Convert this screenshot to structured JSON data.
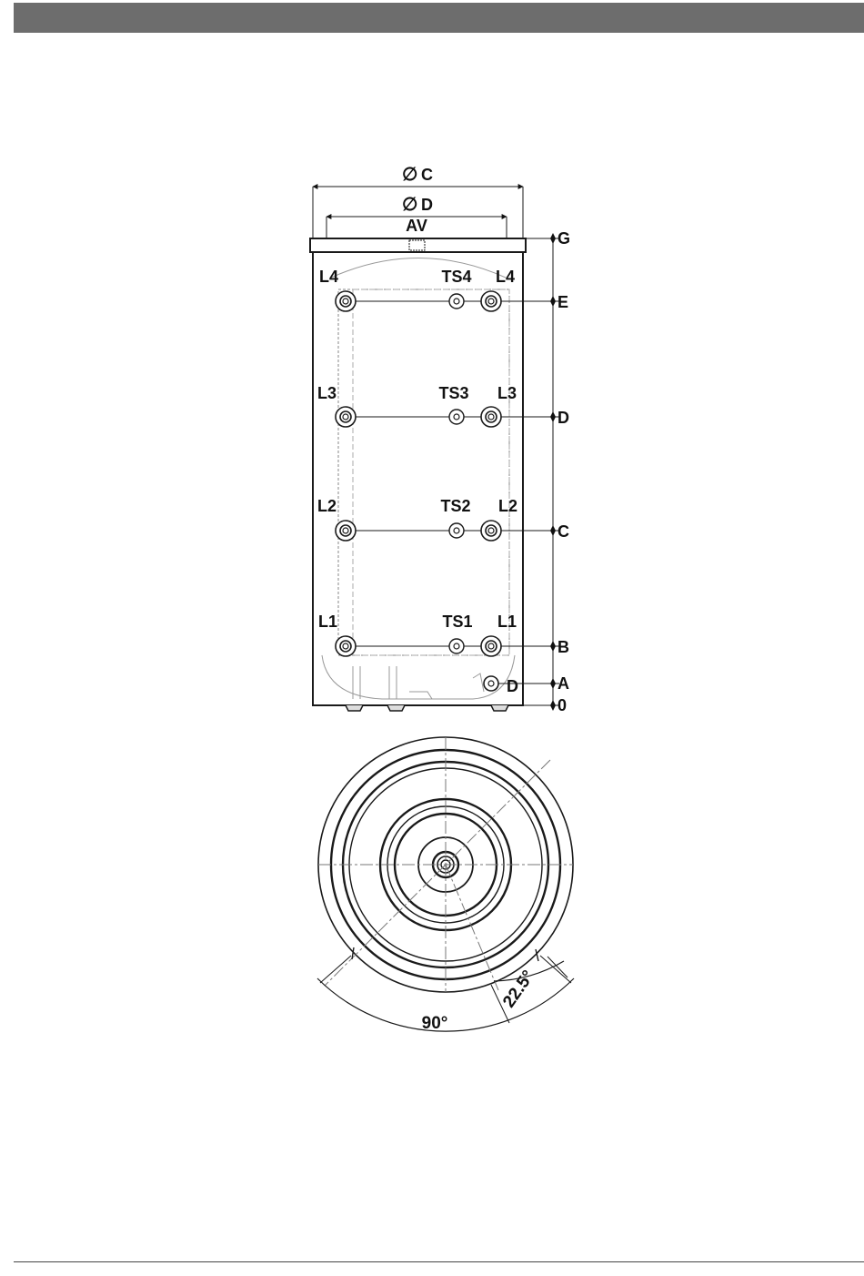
{
  "colors": {
    "header_bar": "#6d6d6d",
    "line": "#1a1a1a",
    "hatch": "#888888"
  },
  "front_view": {
    "diameter_outer_label": "C",
    "diameter_inner_label": "D",
    "diameter_symbol": "∅",
    "top_label": "AV",
    "heights": [
      "G",
      "E",
      "D",
      "C",
      "B",
      "A",
      "0"
    ],
    "bottom_right_label": "D",
    "rows": [
      {
        "left": "L4",
        "center": "TS4",
        "right": "L4"
      },
      {
        "left": "L3",
        "center": "TS3",
        "right": "L3"
      },
      {
        "left": "L2",
        "center": "TS2",
        "right": "L2"
      },
      {
        "left": "L1",
        "center": "TS1",
        "right": "L1"
      }
    ]
  },
  "top_view": {
    "angle_large": "90°",
    "angle_small": "22.5°"
  }
}
